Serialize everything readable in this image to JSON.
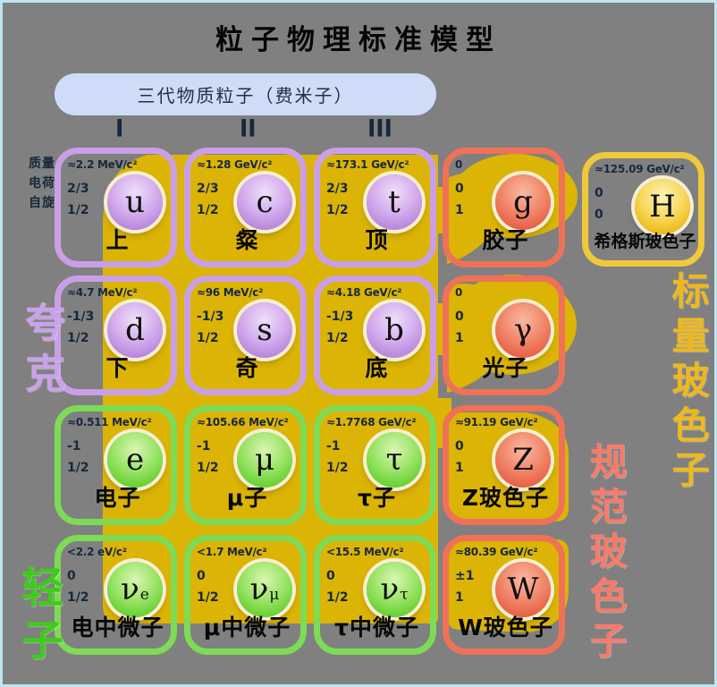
{
  "header": {
    "title": "粒子物理标准模型"
  },
  "banner": {
    "label": "三代物质粒子（费米子）"
  },
  "generations": {
    "items": [
      "I",
      "II",
      "III"
    ]
  },
  "property_labels": {
    "mass": "质量",
    "charge": "电荷",
    "spin": "自旋"
  },
  "group_labels": {
    "quarks": "夸克",
    "leptons": "轻子",
    "scalar_bosons": "标量玻色子",
    "gauge_bosons": "规范玻色子"
  },
  "colors": {
    "background": "#808080",
    "frame": "#BFE5F1",
    "field_yellow": "#DCB405",
    "banner_bg": "#CFDCF7",
    "value_text": "#16283C",
    "quark_border": "#C9A0E6",
    "lepton_border": "#7EDB55",
    "gauge_border": "#EF7258",
    "higgs_border": "#EFC93C",
    "quark_label": "#C9A2EA",
    "lepton_label": "#3ECB1D",
    "scalar_label": "#EDB91F",
    "gauge_label": "#F87A69"
  },
  "cells": [
    {
      "symbol": "u",
      "subscript": "",
      "name": "上",
      "mass": "≈2.2 MeV/c²",
      "charge": "2/3",
      "spin": "1/2",
      "group": "quark",
      "col": 0,
      "row": 0
    },
    {
      "symbol": "c",
      "subscript": "",
      "name": "粲",
      "mass": "≈1.28 GeV/c²",
      "charge": "2/3",
      "spin": "1/2",
      "group": "quark",
      "col": 1,
      "row": 0
    },
    {
      "symbol": "t",
      "subscript": "",
      "name": "顶",
      "mass": "≈173.1 GeV/c²",
      "charge": "2/3",
      "spin": "1/2",
      "group": "quark",
      "col": 2,
      "row": 0
    },
    {
      "symbol": "g",
      "subscript": "",
      "name": "胶子",
      "mass": "0",
      "charge": "0",
      "spin": "1",
      "group": "gauge",
      "col": 3,
      "row": 0
    },
    {
      "symbol": "H",
      "subscript": "",
      "name": "希格斯玻色子",
      "mass": "≈125.09 GeV/c²",
      "charge": "0",
      "spin": "0",
      "group": "higgs",
      "col": 4,
      "row": 0
    },
    {
      "symbol": "d",
      "subscript": "",
      "name": "下",
      "mass": "≈4.7 MeV/c²",
      "charge": "-1/3",
      "spin": "1/2",
      "group": "quark",
      "col": 0,
      "row": 1
    },
    {
      "symbol": "s",
      "subscript": "",
      "name": "奇",
      "mass": "≈96 MeV/c²",
      "charge": "-1/3",
      "spin": "1/2",
      "group": "quark",
      "col": 1,
      "row": 1
    },
    {
      "symbol": "b",
      "subscript": "",
      "name": "底",
      "mass": "≈4.18 GeV/c²",
      "charge": "-1/3",
      "spin": "1/2",
      "group": "quark",
      "col": 2,
      "row": 1
    },
    {
      "symbol": "γ",
      "subscript": "",
      "name": "光子",
      "mass": "0",
      "charge": "0",
      "spin": "1",
      "group": "gauge",
      "col": 3,
      "row": 1
    },
    {
      "symbol": "e",
      "subscript": "",
      "name": "电子",
      "mass": "≈0.511 MeV/c²",
      "charge": "-1",
      "spin": "1/2",
      "group": "lepton",
      "col": 0,
      "row": 2
    },
    {
      "symbol": "μ",
      "subscript": "",
      "name": "μ子",
      "mass": "≈105.66 MeV/c²",
      "charge": "-1",
      "spin": "1/2",
      "group": "lepton",
      "col": 1,
      "row": 2
    },
    {
      "symbol": "τ",
      "subscript": "",
      "name": "τ子",
      "mass": "≈1.7768 GeV/c²",
      "charge": "-1",
      "spin": "1/2",
      "group": "lepton",
      "col": 2,
      "row": 2
    },
    {
      "symbol": "Z",
      "subscript": "",
      "name": "Z玻色子",
      "mass": "≈91.19 GeV/c²",
      "charge": "0",
      "spin": "1",
      "group": "gauge",
      "col": 3,
      "row": 2
    },
    {
      "symbol": "ν",
      "subscript": "e",
      "name": "电中微子",
      "mass": "<2.2 eV/c²",
      "charge": "0",
      "spin": "1/2",
      "group": "lepton",
      "col": 0,
      "row": 3
    },
    {
      "symbol": "ν",
      "subscript": "μ",
      "name": "μ中微子",
      "mass": "<1.7 MeV/c²",
      "charge": "0",
      "spin": "1/2",
      "group": "lepton",
      "col": 1,
      "row": 3
    },
    {
      "symbol": "ν",
      "subscript": "τ",
      "name": "τ中微子",
      "mass": "<15.5 MeV/c²",
      "charge": "0",
      "spin": "1/2",
      "group": "lepton",
      "col": 2,
      "row": 3
    },
    {
      "symbol": "W",
      "subscript": "",
      "name": "W玻色子",
      "mass": "≈80.39 GeV/c²",
      "charge": "±1",
      "spin": "1",
      "group": "gauge",
      "col": 3,
      "row": 3
    }
  ]
}
